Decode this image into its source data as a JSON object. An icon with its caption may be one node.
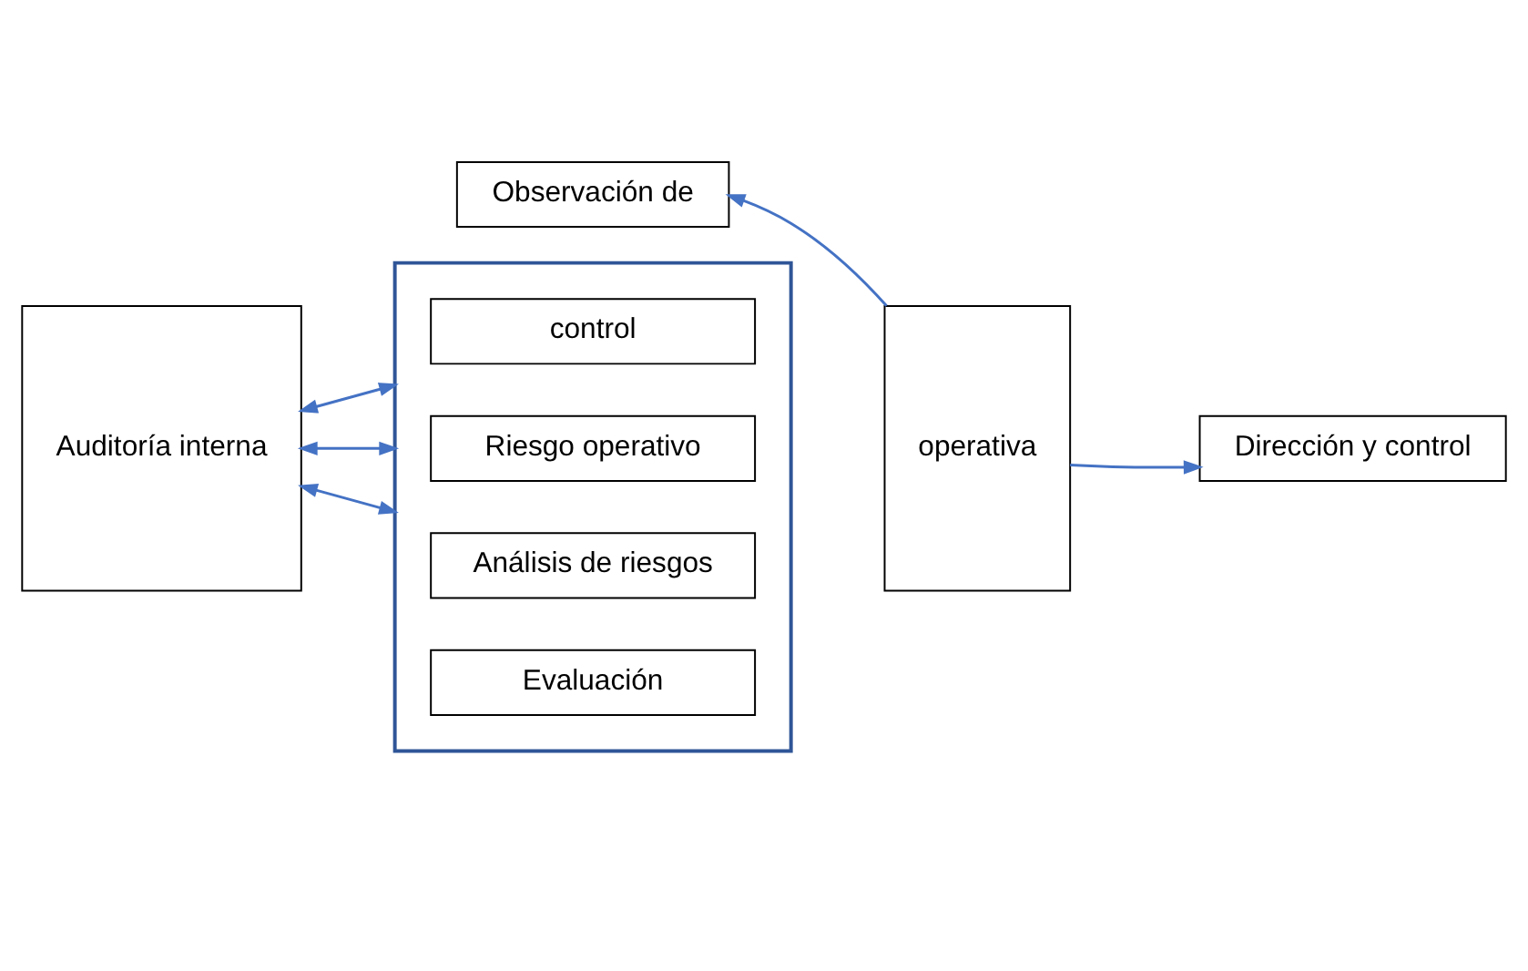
{
  "diagram": {
    "nodes": [
      {
        "text": [
          "Observación de"
        ]
      },
      {
        "text": [
          "Auditoría interna"
        ]
      },
      {
        "text": [],
        "shape": "box"
      },
      {
        "text": [
          "control"
        ],
        "in": 2
      },
      {
        "text": [
          "Riesgo operativo"
        ],
        "in": 2
      },
      {
        "text": [
          "Análisis de riesgos"
        ],
        "in": 2
      },
      {
        "text": [
          "Evaluación"
        ],
        "in": 2
      },
      {
        "text": [
          "operativa"
        ]
      },
      {
        "text": [
          "Dirección y control"
        ]
      }
    ],
    "edges": [
      {
        "from": 1,
        "to": 2,
        "arrow": "both"
      },
      {
        "from": 1,
        "to": 2,
        "arrow": "both"
      },
      {
        "from": 1,
        "to": 2,
        "arrow": "both"
      },
      {
        "from": 7,
        "to": 0,
        "arrow": "to"
      },
      {
        "from": 7,
        "to": 8,
        "arrow": "to"
      }
    ]
  }
}
